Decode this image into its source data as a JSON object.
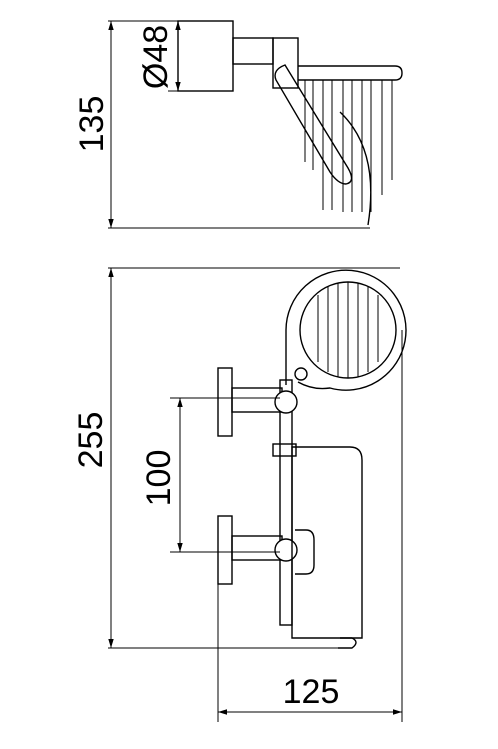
{
  "dimensions": {
    "diameter": "Ø48",
    "height_side": "135",
    "height_front": "255",
    "mount_spacing": "100",
    "width": "125"
  }
}
